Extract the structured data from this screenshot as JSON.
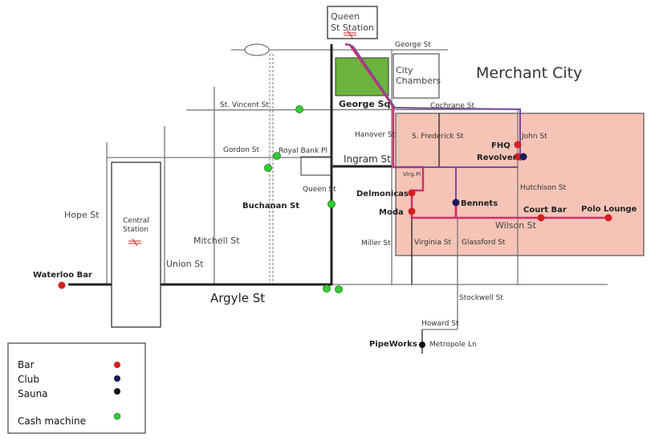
{
  "map": {
    "area_title": "Merchant City",
    "stations": {
      "queen_st_line1": "Queen",
      "queen_st_line2": "St Station",
      "central_line1": "Central",
      "central_line2": "Station"
    },
    "landmarks": {
      "city_chambers_line1": "City",
      "city_chambers_line2": "Chambers",
      "george_sq": "George Sq"
    },
    "streets": {
      "george": "George St",
      "cochrane": "Cochrane St",
      "st_vincent": "St. Vincent St",
      "hanover": "Hanover St",
      "s_frederick": "S. Frederick St",
      "john": "John St",
      "gordon": "Gordon St",
      "royal_bank": "Royal Bank Pl",
      "ingram": "Ingram St",
      "virg_pl": "Virg.Pl",
      "hutchison": "Hutchison St",
      "queen": "Queen St",
      "buchanan": "Buchanan St",
      "hope": "Hope St",
      "mitchell": "Mitchell St",
      "union": "Union St",
      "wilson": "Wilson St",
      "miller": "Miller St",
      "virginia": "Virginia St",
      "glassford": "Glassford St",
      "argyle": "Argyle St",
      "stockwell": "Stockwell St",
      "howard": "Howard St",
      "metropole": "Metropole Ln"
    },
    "venues": {
      "fhq": "FHQ",
      "revolver": "Revolver",
      "delmonicas": "Delmonicas",
      "moda": "Moda",
      "bennets": "Bennets",
      "court_bar": "Court Bar",
      "polo_lounge": "Polo Lounge",
      "waterloo_bar": "Waterloo Bar",
      "pipeworks": "PipeWorks"
    }
  },
  "legend": {
    "items": [
      {
        "label": "Bar",
        "color": "#d42020"
      },
      {
        "label": "Club",
        "color": "#1a1a5a"
      },
      {
        "label": "Sauna",
        "color": "#111111"
      },
      {
        "label": "Cash machine",
        "color": "#33cc33"
      }
    ]
  },
  "colors": {
    "merchant_city_fill": "#f5c4b6",
    "square_fill": "#6db33f",
    "route_pink": "#d0306a",
    "route_purple": "#7a4a9a"
  }
}
